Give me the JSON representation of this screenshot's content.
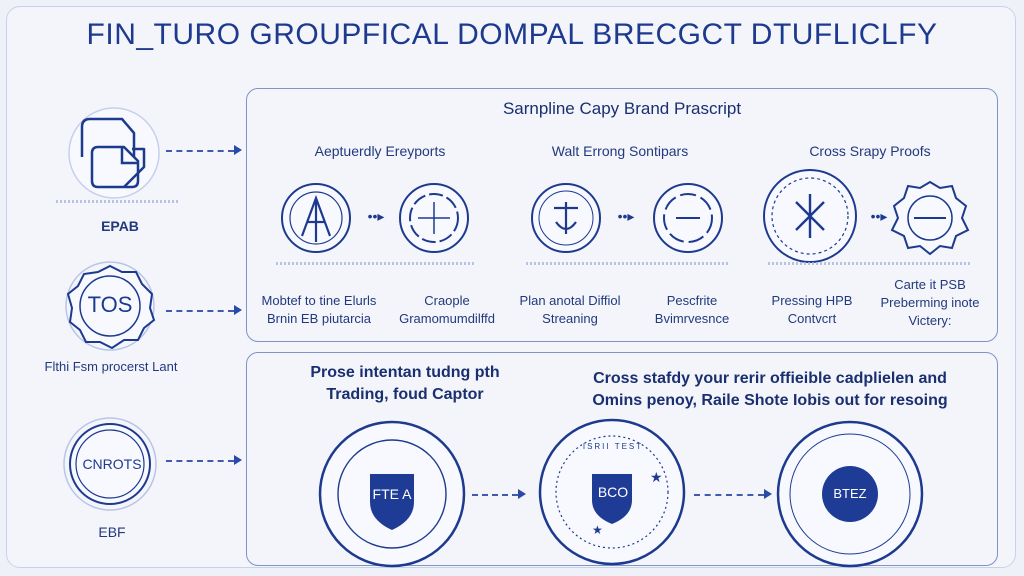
{
  "title": "FIN_TURO GROUPFICAL DOMPAL BRECGCT DTUFLICLFY",
  "left_items": [
    {
      "label": "EPAB",
      "icon": "document-stack-icon"
    },
    {
      "badge": "TOS",
      "label": "Flthi Fsm procerst Lant"
    },
    {
      "badge": "CNROTS",
      "label": "EBF"
    }
  ],
  "top_panel": {
    "title": "Sarnpline Capy Brand Prascript",
    "groups": [
      {
        "heading": "Aeptuerdly Ereyports",
        "left_caption": "Mobtef to tine Elurls Brnin EB piutarcia",
        "right_caption": "Craople Gramomumdilffd"
      },
      {
        "heading": "Walt Errong Sontipars",
        "left_caption": "Plan anotal Diffiol Streaning",
        "right_caption": "Pescfrite Bvimrvesnce"
      },
      {
        "heading": "Cross Srapy Proofs",
        "left_caption": "Pressing HPB Contvcrt",
        "right_caption": "Carte it PSB Preberming inote Victery:"
      }
    ]
  },
  "bottom_panel": {
    "left_text": "Prose intentan tudng pth Trading, foud Captor",
    "right_text": "Cross stafdy your rerir offieible cadplielen and Omins penoy, Raile Shote Iobis out for resoing",
    "seals": [
      {
        "label": "FTE A"
      },
      {
        "label": "BCO",
        "ring_text": "ISRII TEST"
      },
      {
        "label": "BTEZ"
      }
    ]
  },
  "colors": {
    "primary": "#1d3a8f",
    "navy": "#1e3c96",
    "outline": "#7f93c9",
    "background": "#eef1f8"
  }
}
